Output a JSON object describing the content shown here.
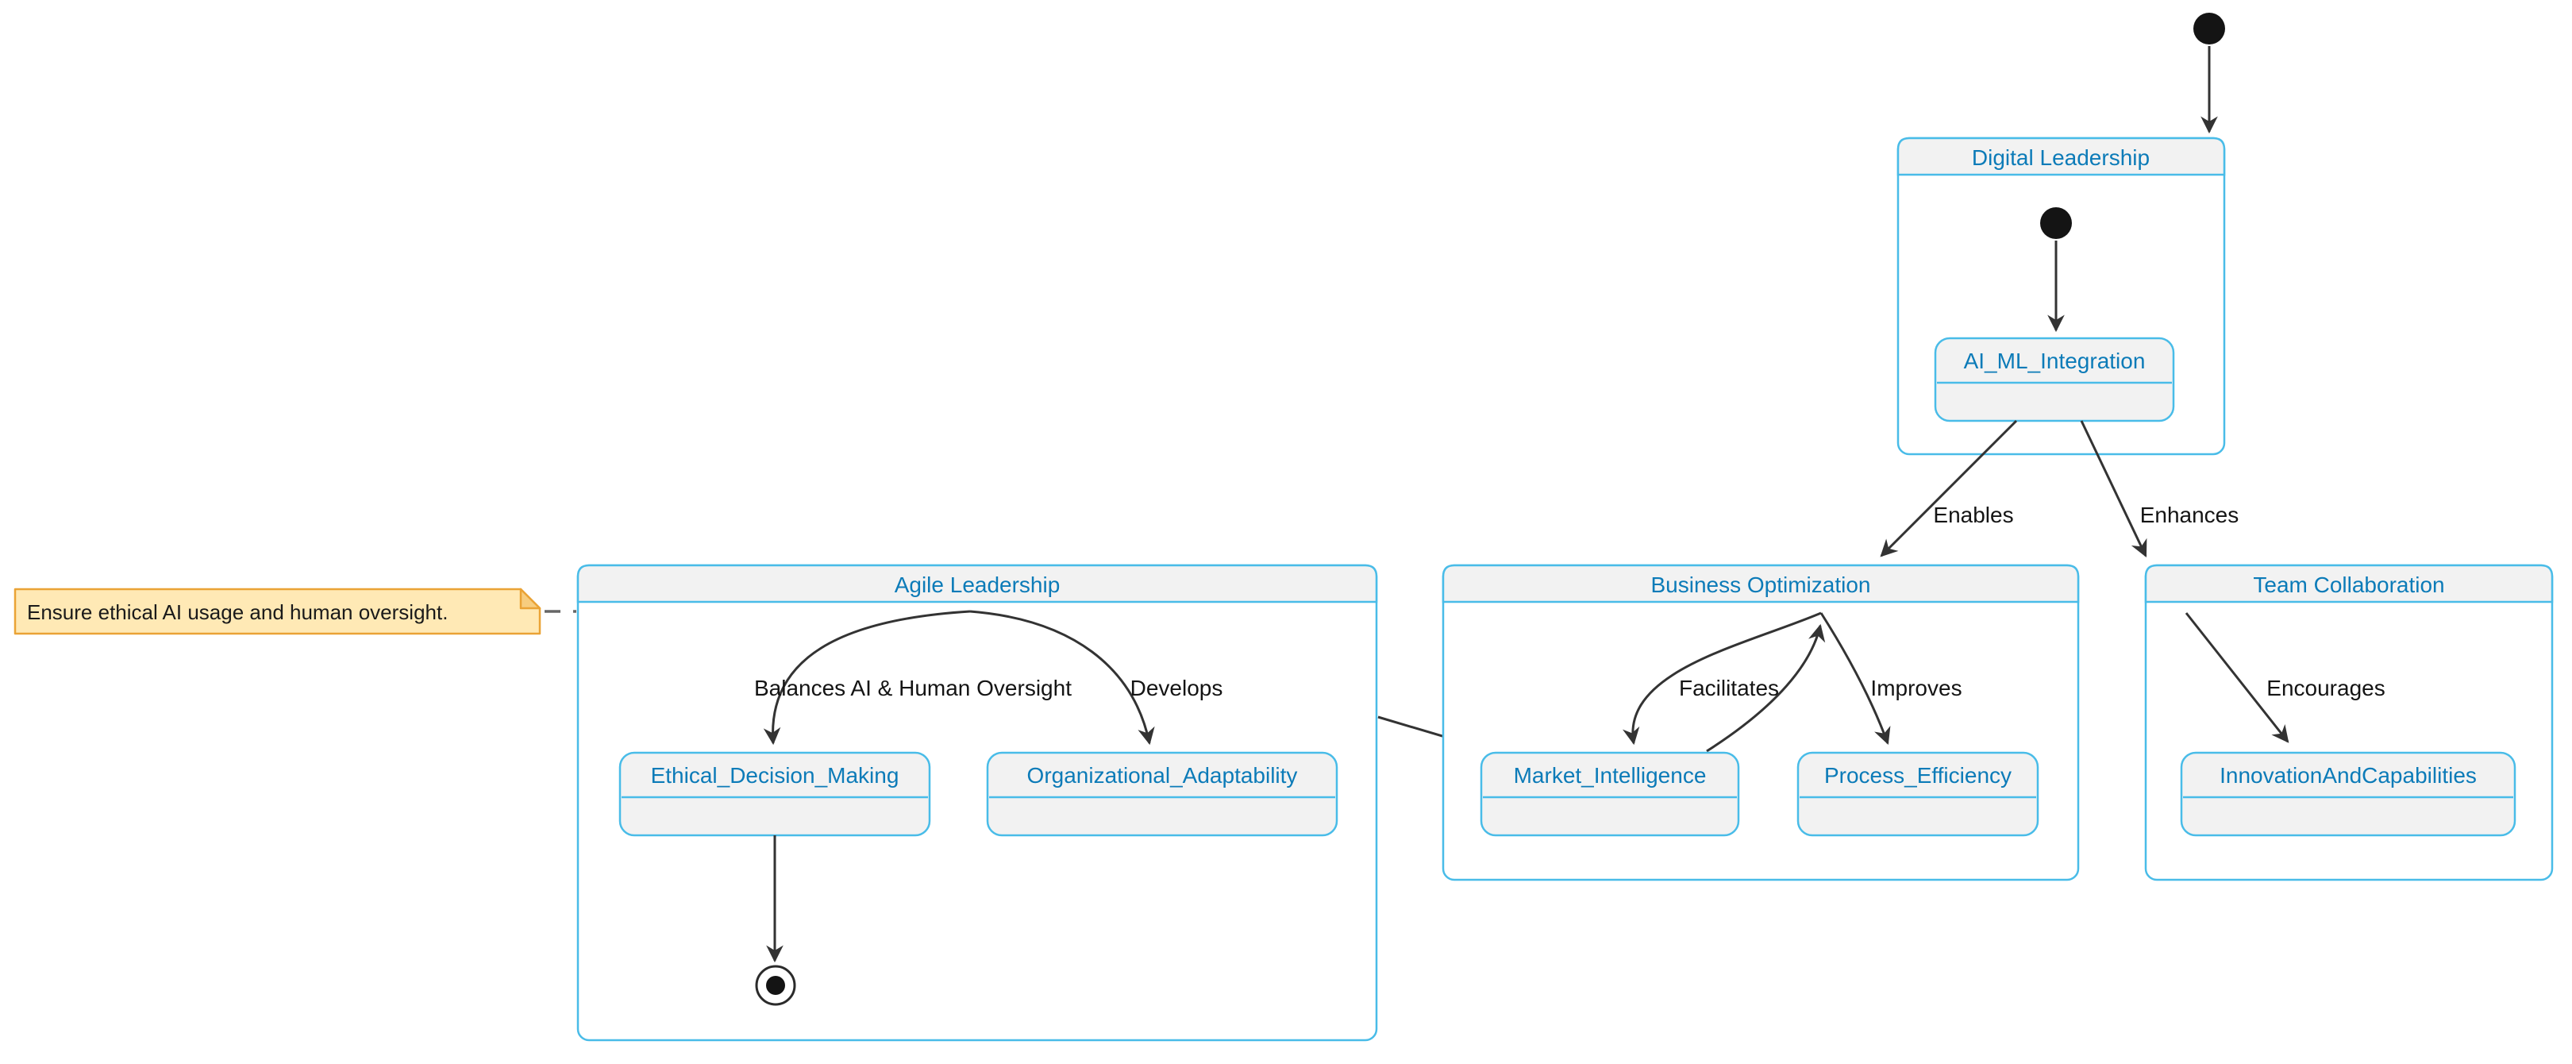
{
  "diagram_type": "state-diagram",
  "colors": {
    "border": "#49bce8",
    "title": "#0c7bb8",
    "fill": "#f2f2f2",
    "edge": "#333333",
    "label": "#141414",
    "note-fill": "#ffe9b5",
    "note-border": "#eaa336",
    "note-fold": "#f7cd7f",
    "dot": "#141414"
  },
  "composites": [
    {
      "id": "DigitalLeadership",
      "title": "Digital Leadership"
    },
    {
      "id": "AgileLeadership",
      "title": "Agile Leadership"
    },
    {
      "id": "BusinessOptimization",
      "title": "Business Optimization"
    },
    {
      "id": "TeamCollaboration",
      "title": "Team Collaboration"
    }
  ],
  "states": [
    {
      "id": "AI_ML_Integration",
      "label": "AI_ML_Integration",
      "parent": "Digital Leadership"
    },
    {
      "id": "Ethical_Decision_Making",
      "label": "Ethical_Decision_Making",
      "parent": "Agile Leadership"
    },
    {
      "id": "Organizational_Adaptability",
      "label": "Organizational_Adaptability",
      "parent": "Agile Leadership"
    },
    {
      "id": "Market_Intelligence",
      "label": "Market_Intelligence",
      "parent": "Business Optimization"
    },
    {
      "id": "Process_Efficiency",
      "label": "Process_Efficiency",
      "parent": "Business Optimization"
    },
    {
      "id": "InnovationAndCapabilities",
      "label": "InnovationAndCapabilities",
      "parent": "Team Collaboration"
    }
  ],
  "transitions": [
    {
      "from": "[*]",
      "to": "Digital Leadership",
      "label": ""
    },
    {
      "from": "[*]",
      "to": "AI_ML_Integration",
      "label": ""
    },
    {
      "from": "AI_ML_Integration",
      "to": "Business Optimization",
      "label": "Enables"
    },
    {
      "from": "AI_ML_Integration",
      "to": "Team Collaboration",
      "label": "Enhances"
    },
    {
      "from": "Agile Leadership",
      "to": "Ethical_Decision_Making",
      "label": "Balances AI & Human Oversight"
    },
    {
      "from": "Agile Leadership",
      "to": "Organizational_Adaptability",
      "label": "Develops"
    },
    {
      "from": "Ethical_Decision_Making",
      "to": "[*]",
      "label": ""
    },
    {
      "from": "Agile Leadership",
      "to": "Market_Intelligence",
      "label": ""
    },
    {
      "from": "Market_Intelligence",
      "to": "Business Optimization",
      "label": "Facilitates",
      "bidirectional": true
    },
    {
      "from": "Business Optimization",
      "to": "Process_Efficiency",
      "label": "Improves"
    },
    {
      "from": "Team Collaboration",
      "to": "InnovationAndCapabilities",
      "label": "Encourages"
    }
  ],
  "note": {
    "text": "Ensure ethical AI usage and human oversight.",
    "attached_to": "Agile Leadership"
  }
}
